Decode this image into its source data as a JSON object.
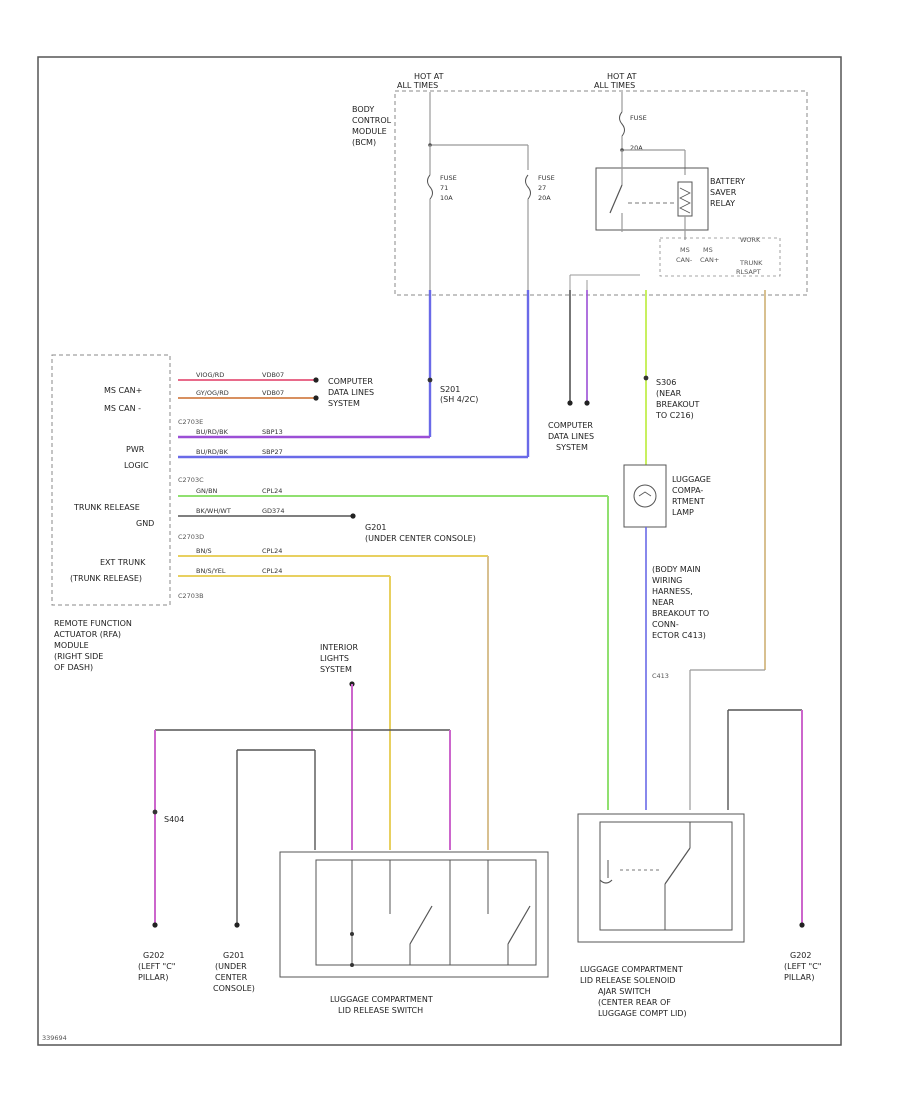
{
  "colors": {
    "border": "#555555",
    "wire_black": "#444444",
    "wire_gray": "#999999",
    "wire_blue": "#6a6ae8",
    "wire_violet": "#9b4fd6",
    "wire_green": "#90e070",
    "wire_yellow": "#e8d060",
    "wire_tan": "#d8c090",
    "wire_magenta": "#cc66cc",
    "wire_pink": "#e86a8a",
    "wire_lime": "#c8f060"
  },
  "bcm": {
    "hot_left": [
      "HOT AT",
      "ALL TIMES"
    ],
    "hot_right": [
      "HOT AT",
      "ALL TIMES"
    ],
    "module_label": [
      "BODY",
      "CONTROL",
      "MODULE",
      "(BCM)"
    ],
    "fuse_a": [
      "FUSE",
      "71",
      "10A"
    ],
    "fuse_b": [
      "FUSE",
      "27",
      "20A"
    ],
    "fuse_top": "FUSE",
    "relay_label": [
      "BATTERY",
      "SAVER",
      "RELAY"
    ],
    "ms_labels": [
      "MS",
      "CAN-"
    ],
    "ms_labels2": [
      "MS",
      "CAN+"
    ],
    "work_label": "WORK",
    "trunk_label": [
      "TRUNK",
      "RLSAPT"
    ],
    "pin_20a": "20A"
  },
  "rfa": {
    "label": [
      "REMOTE FUNCTION",
      "ACTUATOR (RFA)",
      "MODULE",
      "(RIGHT SIDE",
      "OF DASH)"
    ],
    "pins": [
      "MS CAN+",
      "MS CAN -",
      "PWR",
      "LOGIC",
      "TRUNK RELEASE",
      "GND",
      "EXT TRUNK",
      "(TRUNK RELEASE)"
    ],
    "connectors": [
      "C2703E",
      "C2703C",
      "C2703D",
      "C2703B"
    ],
    "wires": [
      "VIOG/RD",
      "GY/OG/RD",
      "BU/RD/BK",
      "BU/RD/BK",
      "GN/BN",
      "BK/WH/WT",
      "BN/S",
      "BN/S/YEL"
    ],
    "wire_codes": [
      "VDB07",
      "VDB07",
      "SBP13",
      "SBP27",
      "CPL24",
      "GD374",
      "CPL24",
      "CPL24"
    ]
  },
  "labels": {
    "computer_data_lines": [
      "COMPUTER",
      "DATA LINES",
      "SYSTEM"
    ],
    "s201": [
      "S201",
      "(SH 4/2C)"
    ],
    "g201": [
      "G201",
      "(UNDER CENTER CONSOLE)"
    ],
    "computer_data_lines_2": [
      "COMPUTER",
      "DATA LINES",
      "SYSTEM"
    ],
    "s306": [
      "S306",
      "(NEAR",
      "BREAKOUT",
      "TO C216)"
    ],
    "luggage_lamp": [
      "LUGGAGE",
      "COMPA-",
      "RTMENT",
      "LAMP"
    ],
    "body_main": [
      "(BODY MAIN",
      "WIRING",
      "HARNESS,",
      "NEAR",
      "BREAKOUT TO",
      "CONN-",
      "ECTOR C413)"
    ],
    "c413": "C413",
    "interior_lights": [
      "INTERIOR",
      "LIGHTS",
      "SYSTEM"
    ],
    "s404": "S404",
    "g202_left": [
      "G202",
      "(LEFT \"C\"",
      "PILLAR)"
    ],
    "g201_bottom": [
      "G201",
      "(UNDER",
      "CENTER",
      "CONSOLE)"
    ],
    "switch_label": [
      "LUGGAGE COMPARTMENT",
      "LID RELEASE SWITCH"
    ],
    "solenoid_label": [
      "LUGGAGE COMPARTMENT",
      "LID RELEASE SOLENOID",
      "AJAR SWITCH",
      "(CENTER REAR OF",
      "LUGGAGE COMPT LID)"
    ],
    "g202_right": [
      "G202",
      "(LEFT \"C\"",
      "PILLAR)"
    ],
    "footer_code": "339694"
  }
}
